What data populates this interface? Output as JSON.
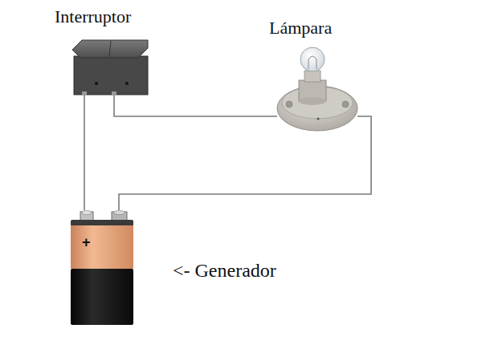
{
  "diagram": {
    "nodes": [
      {
        "text": [
          "Interruptor"
        ]
      },
      {
        "text": [
          "Lámpara"
        ]
      },
      {
        "text": [
          "+",
          "<- Generador"
        ]
      }
    ],
    "edges": [
      {
        "from": 0,
        "to": 2,
        "arrow": "none"
      },
      {
        "from": 0,
        "to": 1,
        "arrow": "none"
      },
      {
        "from": 1,
        "to": 2,
        "arrow": "none"
      }
    ]
  }
}
